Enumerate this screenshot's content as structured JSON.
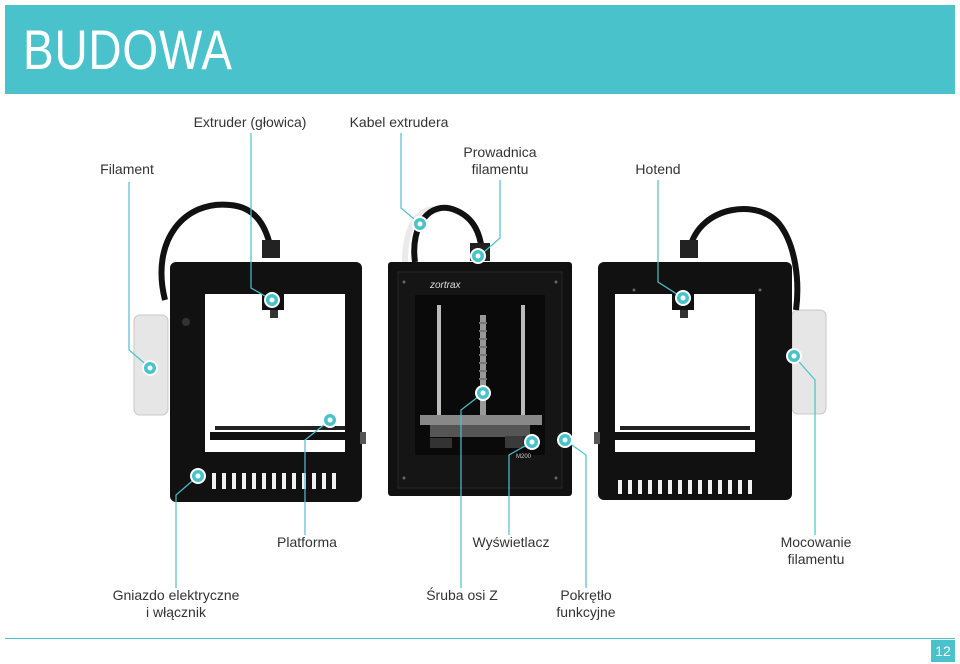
{
  "header": {
    "title": "BUDOWA"
  },
  "labels": {
    "filament": "Filament",
    "extruder": "Extruder (głowica)",
    "kabel": "Kabel extrudera",
    "prowadnica_1": "Prowadnica",
    "prowadnica_2": "filamentu",
    "hotend": "Hotend",
    "platforma": "Platforma",
    "wyswietlacz": "Wyświetlacz",
    "mocowanie_1": "Mocowanie",
    "mocowanie_2": "filamentu",
    "gniazdo_1": "Gniazdo elektryczne",
    "gniazdo_2": "i włącznik",
    "sruba": "Śruba osi Z",
    "pokretlo_1": "Pokrętło",
    "pokretlo_2": "funkcyjne"
  },
  "printer": {
    "brand": "zortrax",
    "model": "M200"
  },
  "footer": {
    "page_number": "12"
  },
  "colors": {
    "accent": "#4ac2cc",
    "frame": "#111111"
  }
}
